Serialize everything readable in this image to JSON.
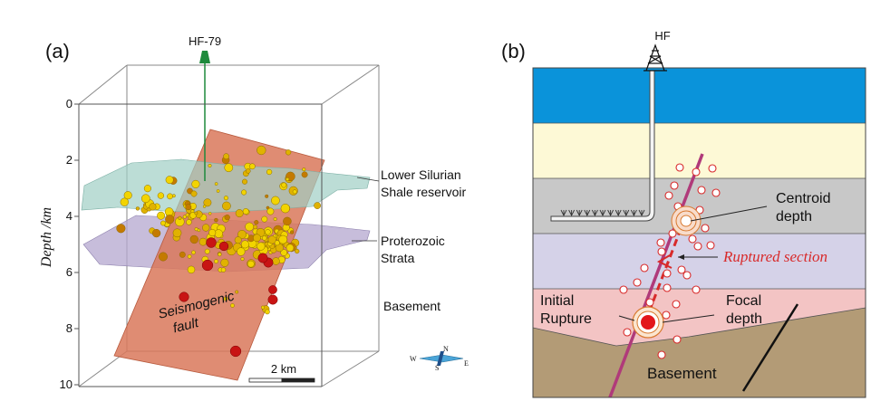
{
  "panel_a": {
    "label": "(a)",
    "well_label": "HF-79",
    "y_axis_label": "Depth /km",
    "depth_ticks": [
      "0",
      "2",
      "4",
      "6",
      "8",
      "10"
    ],
    "layer_labels": {
      "shale_line1": "Lower Silurian",
      "shale_line2": "Shale reservoir",
      "proterozoic_line1": "Proterozoic",
      "proterozoic_line2": "Strata",
      "basement": "Basement"
    },
    "fault_line1": "Seismogenic",
    "fault_line2": "fault",
    "scale_label": "2 km",
    "compass": {
      "n": "N",
      "s": "S",
      "w": "W",
      "e": "E"
    }
  },
  "panel_b": {
    "label": "(b)",
    "rig_label": "HF",
    "centroid_line1": "Centroid",
    "centroid_line2": "depth",
    "ruptured_section": "Ruptured section",
    "initial_line1": "Initial",
    "initial_line2": "Rupture",
    "focal_line1": "Focal",
    "focal_line2": "depth",
    "basement": "Basement"
  },
  "colors": {
    "fault_plane": "#d9785a",
    "shale_plane": "#9fcfc5",
    "proterozoic_plane": "#b4a7cf",
    "layer_blue": "#0a93da",
    "layer_cream": "#fdf9d6",
    "layer_grey": "#c8c8c8",
    "layer_lavender": "#d5d2e8",
    "layer_pink": "#f3c4c4",
    "basement_brown": "#b39b76",
    "rupture_red": "#d82a2a"
  }
}
